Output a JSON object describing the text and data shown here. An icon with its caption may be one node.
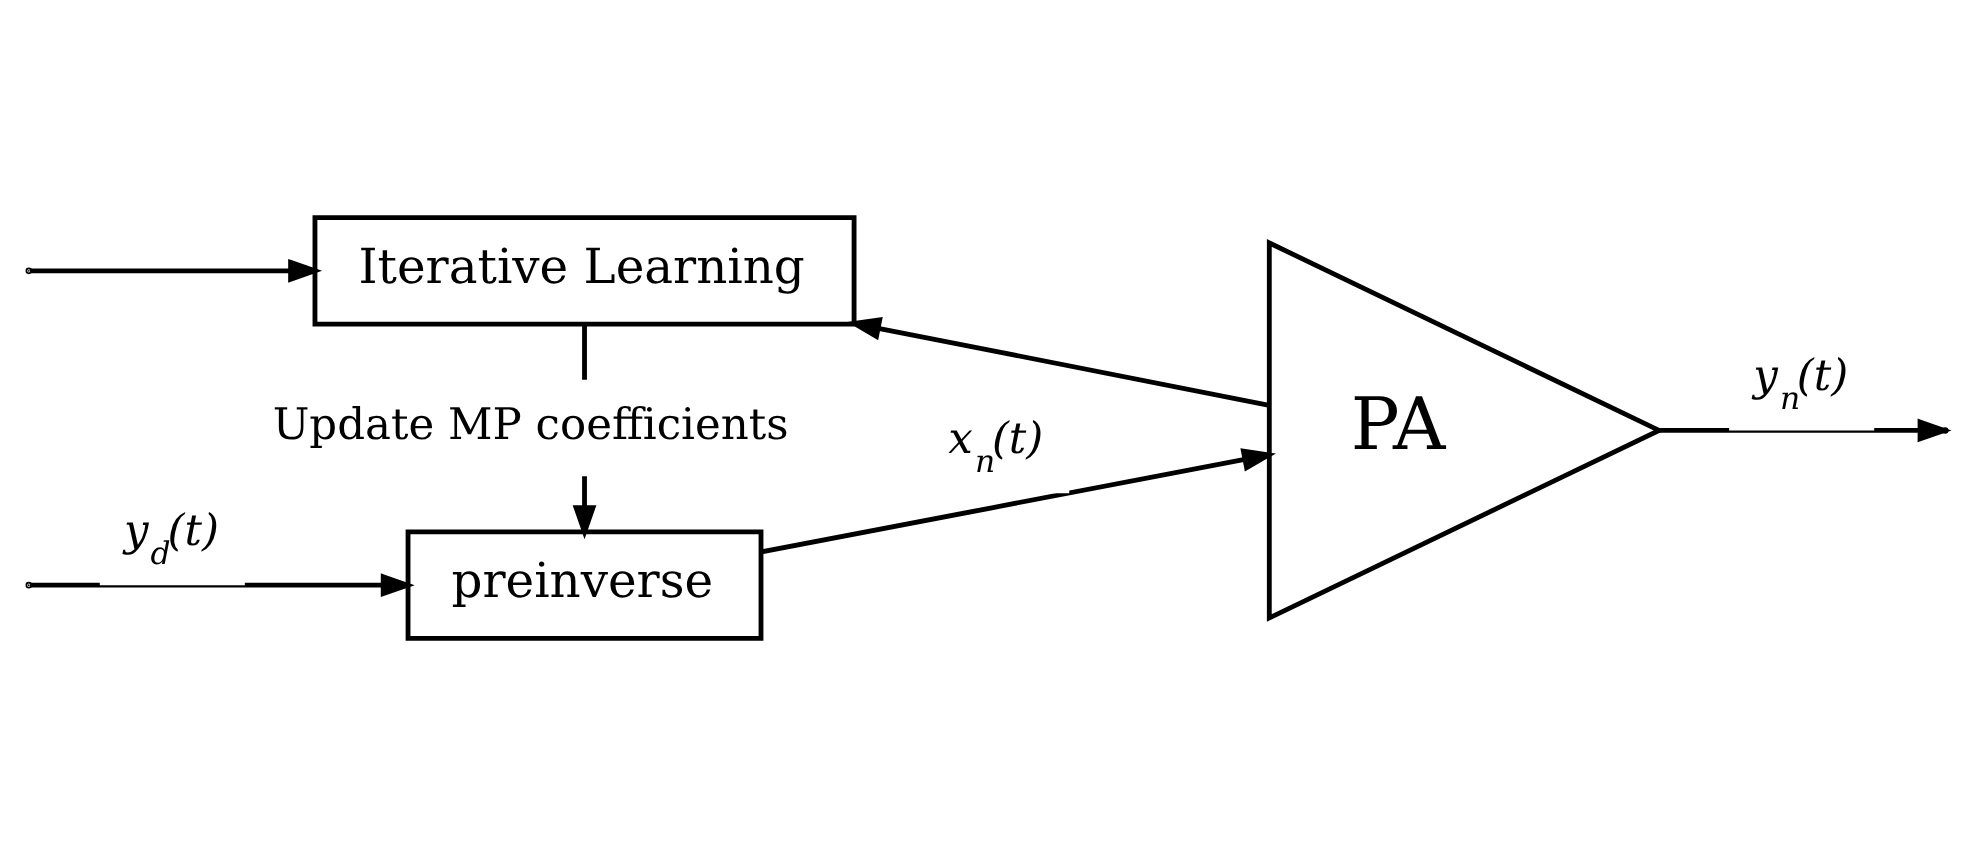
{
  "diagram": {
    "nodes": [
      {
        "text": [
          "preinverse"
        ]
      },
      {
        "text": [
          "PA"
        ]
      },
      {
        "text": [
          "Iterative Learning"
        ]
      }
    ],
    "edges": [
      {
        "from": null,
        "to": 0,
        "arrow": "to",
        "label": "y$_{d}$(t)"
      },
      {
        "from": null,
        "to": 2,
        "arrow": "to"
      },
      {
        "from": 0,
        "to": 1,
        "arrow": "to",
        "label": "x$_{n}$(t)"
      },
      {
        "from": 1,
        "to": null,
        "arrow": "to",
        "label": "y$_{n}$(t)"
      },
      {
        "from": 1,
        "to": 2,
        "arrow": "to"
      },
      {
        "from": 2,
        "to": 0,
        "arrow": "to",
        "label": "Update MP coefficients"
      }
    ]
  }
}
